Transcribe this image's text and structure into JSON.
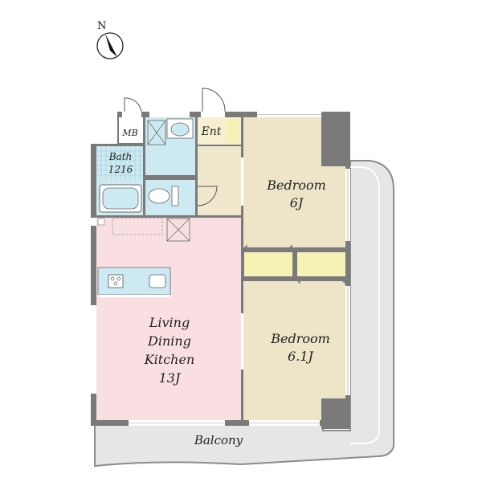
{
  "compass": {
    "north": "N"
  },
  "rooms": {
    "mb": "MB",
    "ent": "Ent",
    "bath": {
      "line1": "Bath",
      "line2": "1216"
    },
    "bedroom1": {
      "line1": "Bedroom",
      "line2": "6J"
    },
    "bedroom2": {
      "line1": "Bedroom",
      "line2": "6.1J"
    },
    "ldk": {
      "line1": "Living",
      "line2": "Dining",
      "line3": "Kitchen",
      "line4": "13J"
    },
    "balcony": "Balcony"
  },
  "colors": {
    "wall": "#7a7a7a",
    "ldk": "#f9dfe2",
    "bedroom": "#eee4c8",
    "wet": "#cdeaf2",
    "hall": "#f0e8cc",
    "closet": "#f6f2b6",
    "balcony": "#e6e6e6"
  }
}
